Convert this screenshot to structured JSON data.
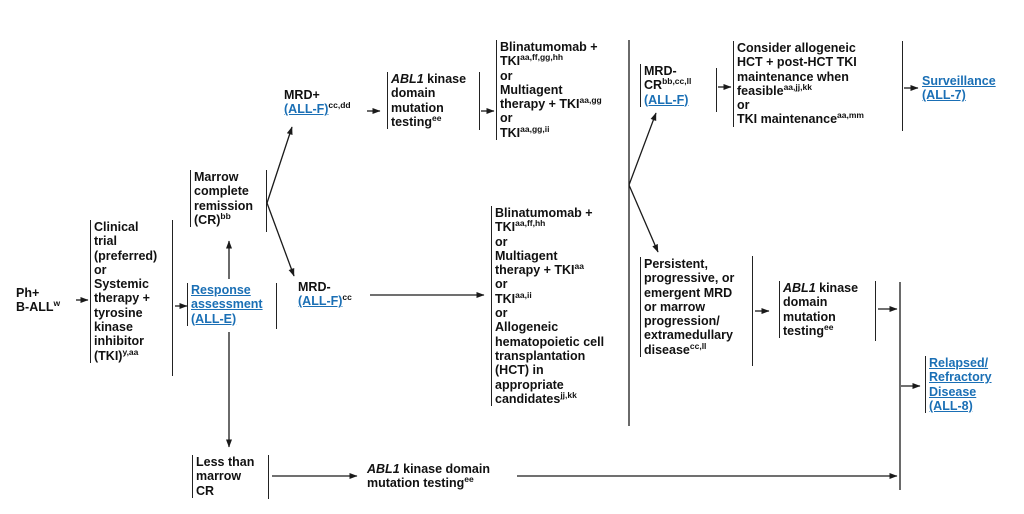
{
  "diagram": {
    "title": "Ph+ B-ALL treatment flowchart",
    "link_color": "#1a6fb5",
    "nodes": {
      "start": {
        "line1": "Ph+",
        "line2": "B-ALL",
        "sup": "w"
      },
      "induction": {
        "lines": [
          "Clinical",
          "trial",
          "(preferred)",
          "or",
          "Systemic",
          "therapy +",
          "tyrosine",
          "kinase",
          "inhibitor"
        ],
        "last": "(TKI)",
        "sup": "y,aa"
      },
      "response": {
        "lines": [
          "Response",
          "assessment",
          "(ALL-E)"
        ]
      },
      "marrow_cr": {
        "lines": [
          "Marrow",
          "complete",
          "remission"
        ],
        "last": "(CR)",
        "sup": "bb"
      },
      "less_than_cr": {
        "lines": [
          "Less than",
          "marrow",
          "CR"
        ]
      },
      "mrd_pos": {
        "label": "MRD+",
        "link": "(ALL-F)",
        "sup": "cc,dd"
      },
      "mrd_neg": {
        "label": "MRD-",
        "link": "(ALL-F)",
        "sup": "cc"
      },
      "abl1_top": {
        "italic": "ABL1",
        "rest": " kinase",
        "lines": [
          "domain",
          "mutation"
        ],
        "last": "testing",
        "sup": "ee"
      },
      "therapy_top": {
        "l1": "Blinatumomab +",
        "l2": "TKI",
        "l2sup": "aa,ff,gg,hh",
        "or": "or",
        "l4": "Multiagent",
        "l5": "therapy + TKI",
        "l5sup": "aa,gg",
        "l7": "TKI",
        "l7sup": "aa,gg,ii"
      },
      "therapy_mid": {
        "l1": "Blinatumomab +",
        "l2": "TKI",
        "l2sup": "aa,ff,hh",
        "or": "or",
        "l4": "Multiagent",
        "l5": "therapy + TKI",
        "l5sup": "aa",
        "l7": "TKI",
        "l7sup": "aa,ii",
        "l9": [
          "Allogeneic",
          "hematopoietic cell",
          "transplantation",
          "(HCT) in",
          "appropriate"
        ],
        "last": "candidates",
        "lastsup": "jj,kk"
      },
      "mrd_neg_cr": {
        "l1": "MRD-",
        "l2": "CR",
        "l2sup": "bb,cc,ll",
        "link": "(ALL-F)"
      },
      "persistent": {
        "lines": [
          "Persistent,",
          "progressive, or",
          "emergent MRD",
          "or marrow",
          "progression/",
          "extramedullary"
        ],
        "last": "disease",
        "sup": "cc,ll"
      },
      "abl1_right": {
        "italic": "ABL1",
        "rest": " kinase",
        "lines": [
          "domain",
          "mutation"
        ],
        "last": "testing",
        "sup": "ee"
      },
      "consider": {
        "lines": [
          "Consider allogeneic",
          "HCT + post-HCT TKI",
          "maintenance when"
        ],
        "l4": "feasible",
        "l4sup": "aa,jj,kk",
        "or": "or",
        "l6": "TKI maintenance",
        "l6sup": "aa,mm"
      },
      "surveillance": {
        "lines": [
          "Surveillance",
          "(ALL-7)"
        ]
      },
      "relapsed": {
        "lines": [
          "Relapsed/",
          "Refractory",
          "Disease",
          "(ALL-8)"
        ]
      },
      "abl1_bottom": {
        "italic": "ABL1",
        "rest": " kinase domain",
        "last": "mutation testing",
        "sup": "ee"
      }
    }
  }
}
